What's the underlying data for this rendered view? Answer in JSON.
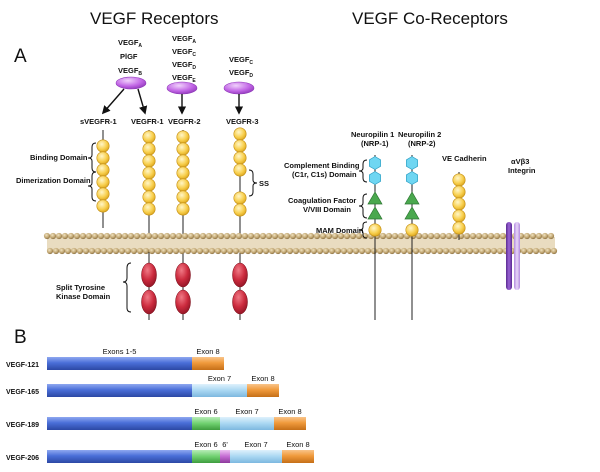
{
  "colors": {
    "ligand": "#c266e6",
    "domain_yellow": "#f8cf4d",
    "kinase_red": "#cc2b3e",
    "complement_blue": "#6fd6f2",
    "coag_green": "#4aa84e",
    "integrin_purple": "#8a4fc7",
    "exon_blue": "#4a6fd8",
    "exon_orange": "#f09a3c",
    "exon_lightblue": "#a9d7f2",
    "exon_green": "#6fd06f",
    "exon_pink": "#c46ad2",
    "membrane": "#b79a64"
  },
  "header": {
    "vegf_receptors": "VEGF Receptors",
    "vegf_coreceptors": "VEGF Co-Receptors"
  },
  "panels": {
    "a": "A",
    "b": "B"
  },
  "ligands": {
    "group1": [
      {
        "base": "VEGF",
        "sub": "A"
      },
      {
        "base": "PlGF",
        "sub": ""
      },
      {
        "base": "VEGF",
        "sub": "B"
      }
    ],
    "group2": [
      {
        "base": "VEGF",
        "sub": "A"
      },
      {
        "base": "VEGF",
        "sub": "C"
      },
      {
        "base": "VEGF",
        "sub": "D"
      },
      {
        "base": "VEGF",
        "sub": "E"
      }
    ],
    "group3": [
      {
        "base": "VEGF",
        "sub": "C"
      },
      {
        "base": "VEGF",
        "sub": "D"
      }
    ]
  },
  "receptors": {
    "svegfr1": "sVEGFR-1",
    "vegfr1": "VEGFR-1",
    "vegfr2": "VEGFR-2",
    "vegfr3": "VEGFR-3"
  },
  "domain_labels": {
    "binding": "Binding Domain",
    "dimerization": "Dimerization Domain",
    "ss": "SS",
    "kinase_line1": "Split Tyrosine",
    "kinase_line2": "Kinase Domain"
  },
  "coreceptors": {
    "nrp1_line1": "Neuropilin 1",
    "nrp1_line2": "(NRP-1)",
    "nrp2_line1": "Neuropilin 2",
    "nrp2_line2": "(NRP-2)",
    "ve_cadherin": "VE Cadherin",
    "integrin_line1": "αVβ3",
    "integrin_line2": "Integrin",
    "complement_line1": "Complement Binding",
    "complement_line2": "(C1r, C1s) Domain",
    "coag_line1": "Coagulation Factor",
    "coag_line2": "V/VIII Domain",
    "mam": "MAM Domain"
  },
  "isoforms": [
    {
      "name": "VEGF-121",
      "exons": [
        {
          "label": "Exons 1-5",
          "color": "blue"
        },
        {
          "label": "Exon 8",
          "color": "orange"
        }
      ]
    },
    {
      "name": "VEGF-165",
      "exons": [
        {
          "label": "",
          "color": "blue"
        },
        {
          "label": "Exon 7",
          "color": "lightblue"
        },
        {
          "label": "Exon 8",
          "color": "orange"
        }
      ]
    },
    {
      "name": "VEGF-189",
      "exons": [
        {
          "label": "",
          "color": "blue"
        },
        {
          "label": "Exon 6",
          "color": "green"
        },
        {
          "label": "Exon 7",
          "color": "lightblue"
        },
        {
          "label": "Exon 8",
          "color": "orange"
        }
      ]
    },
    {
      "name": "VEGF-206",
      "exons": [
        {
          "label": "",
          "color": "blue"
        },
        {
          "label": "Exon 6",
          "color": "green"
        },
        {
          "label": "6'",
          "color": "pink"
        },
        {
          "label": "Exon 7",
          "color": "lightblue"
        },
        {
          "label": "Exon 8",
          "color": "orange"
        }
      ]
    }
  ]
}
